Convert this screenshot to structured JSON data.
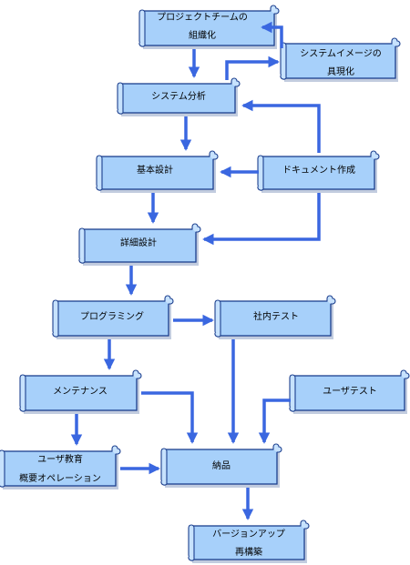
{
  "colors": {
    "scroll_fill": "#a7d0fa",
    "scroll_curl": "#c7e2fd",
    "scroll_stroke": "#1c3f8e",
    "arrow": "#3a67e0",
    "background": "#ffffff"
  },
  "nodes": {
    "project_team": {
      "line1": "プロジェクトチームの",
      "line2": "組織化"
    },
    "system_image": {
      "line1": "システムイメージの",
      "line2": "具現化"
    },
    "system_analysis": {
      "label": "システム分析"
    },
    "basic_design": {
      "label": "基本設計"
    },
    "document_creation": {
      "label": "ドキュメント作成"
    },
    "detailed_design": {
      "label": "詳細設計"
    },
    "programming": {
      "label": "プログラミング"
    },
    "internal_test": {
      "label": "社内テスト"
    },
    "maintenance": {
      "label": "メンテナンス"
    },
    "user_test": {
      "label": "ユーザテスト"
    },
    "user_training": {
      "line1": "ユーザ教育",
      "line2": "概要オペレーション"
    },
    "delivery": {
      "label": "納品"
    },
    "version_up": {
      "line1": "バージョンアップ",
      "line2": "再構築"
    }
  }
}
